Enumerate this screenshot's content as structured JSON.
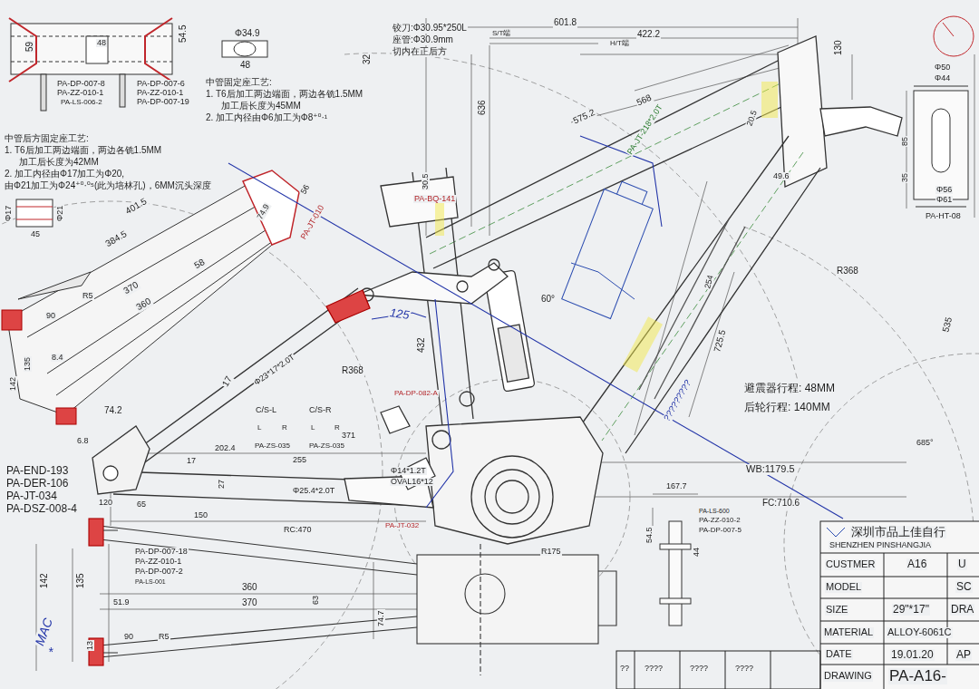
{
  "diagram": {
    "labels": [
      "59",
      "54.5",
      "48",
      "PA-DP-007-8",
      "PA-ZZ-010-1",
      "PA-LS-006-2",
      "PA-DP-007-6",
      "PA-ZZ-010-1",
      "PA-DP-007-19",
      "Φ34.9",
      "48",
      "中管固定座工艺:",
      "1. T6后加工两边端面，两边各铣1.5MM",
      "加工后长度为45MM",
      "2. 加工内径由Φ6加工为Φ8⁺⁰·¹",
      "中管后方固定座工艺:",
      "1. T6后加工两边端面，两边各铣1.5MM",
      "加工后长度为42MM",
      "2. 加工内径由Φ17加工为Φ20,",
      "由Φ21加工为Φ24⁺⁰·⁰⁵(此为培林孔)，6MM沉头深度",
      "Φ17",
      "Φ21",
      "45",
      "32",
      "铰刀:Φ30.95*250L",
      "座管:Φ30.9mm",
      "切内在正后方",
      "636",
      "601.8",
      "S/T端",
      "H/T端",
      "422.2",
      "568",
      "575.2",
      "PA-JT-218*2.0T",
      "20.5",
      "130",
      "49.6",
      "Φ50",
      "Φ44",
      "85",
      "35",
      "Φ56",
      "Φ61",
      "PA-HT-08",
      "PA-BQ-141",
      "30.5",
      "56",
      "74.9",
      "PA-JT-010",
      "401.5",
      "384.5",
      "58",
      "370",
      "360",
      "R5",
      "90",
      "8.4",
      "135",
      "142",
      "125",
      "60°",
      "432",
      "R368",
      "17",
      "Φ23*17*2.0T",
      "PA-DP-082-A",
      "Φ14*1.2T",
      "OVAL16*12",
      "74.2",
      "6.8",
      "C/S-L",
      "C/S-R",
      "L",
      "R",
      "L",
      "R",
      "PA-ZS-035",
      "PA-ZS-035",
      "371",
      "202.4",
      "17",
      "255",
      "27",
      "Φ25.4*2.0T",
      "120",
      "65",
      "150",
      "RC:470",
      "PA-END-193",
      "PA-DER-106",
      "PA-JT-034",
      "PA-DSZ-008-4",
      "PA-JT-032",
      "避震器行程: 48MM",
      "后轮行程: 140MM",
      "WB:1179.5",
      "FC:710.6",
      "725.5",
      "254",
      "R368",
      "535",
      "685°",
      "?????????",
      "167.7",
      "54.5",
      "PA-LS-600",
      "PA-ZZ-010-2",
      "PA-DP-007-5",
      "44",
      "R175",
      "PA-DP-007-18",
      "PA-ZZ-010-1",
      "PA-DP-007-2",
      "PA-LS-001",
      "142",
      "135",
      "51.9",
      "360",
      "370",
      "63",
      "90",
      "R5",
      "13",
      "74.7",
      "MAC",
      "*",
      "深圳市品上佳自行",
      "SHENZHEN PINSHANGJIA",
      "CUSTMER",
      "A16",
      "U",
      "MODEL",
      "SC",
      "SIZE",
      "29\"*17\"",
      "DRA",
      "MATERIAL",
      "ALLOY-6061C",
      "DATE",
      "19.01.20",
      "AP",
      "DRAWING",
      "PA-A16-",
      "??",
      "????",
      "????",
      "????"
    ]
  }
}
